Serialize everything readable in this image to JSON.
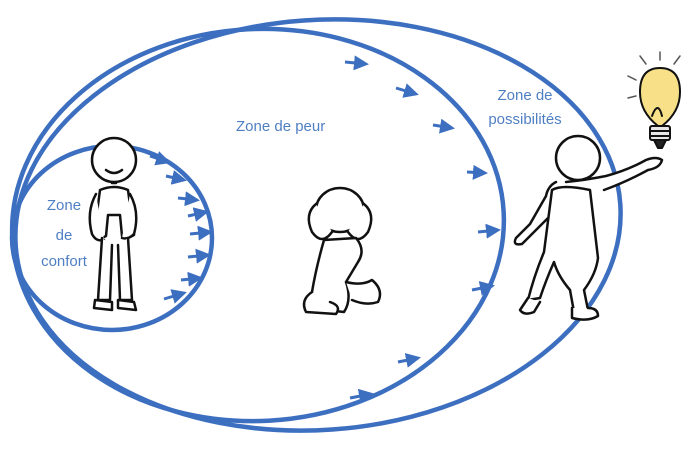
{
  "zones": {
    "confort": {
      "lines": [
        "Zone",
        "de",
        "confort"
      ]
    },
    "peur": {
      "label": "Zone de peur"
    },
    "possibilites": {
      "lines": [
        "Zone de",
        "possibilités"
      ]
    }
  },
  "colors": {
    "ring": "#3d6fc0",
    "label": "#4f7fc3",
    "ink": "#111111",
    "bulb": "#f8e088"
  },
  "figures": [
    "standing-figure-icon",
    "crouching-figure-icon",
    "walking-figure-with-bulb-icon",
    "light-bulb-icon"
  ]
}
